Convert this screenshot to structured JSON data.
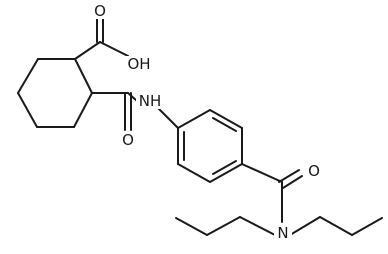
{
  "labels": {
    "carboxyl_oh": "OH",
    "carbonyl_o_top": "O",
    "amide_nh": "NH",
    "amide_o_left": "O",
    "amide_o_right": "O",
    "amine_n": "N"
  }
}
